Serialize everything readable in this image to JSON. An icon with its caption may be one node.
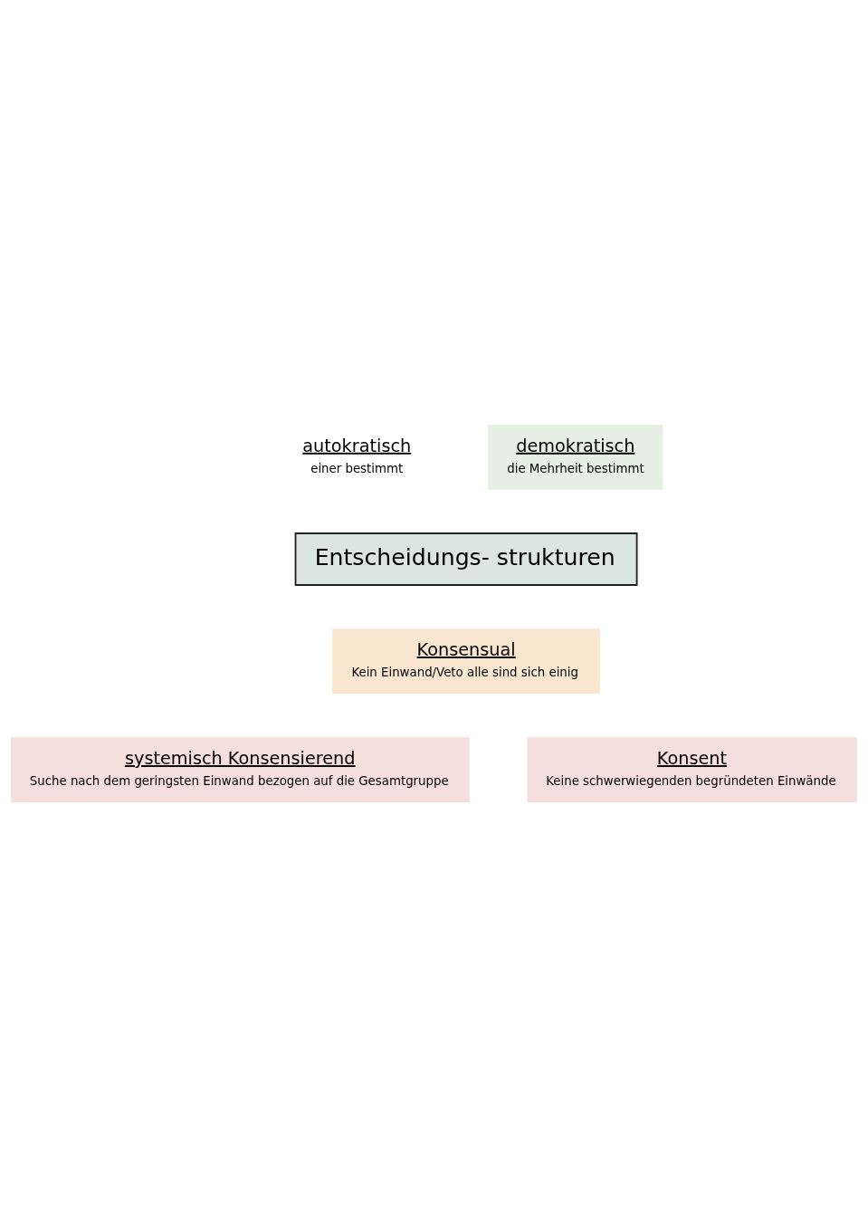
{
  "diagram": {
    "nodes": [
      {
        "text": [
          "autokratisch",
          "einer bestimmt"
        ]
      },
      {
        "text": [
          "demokratisch",
          "die Mehrheit bestimmt"
        ]
      },
      {
        "text": [
          "Entscheidungs- strukturen"
        ]
      },
      {
        "text": [
          "Konsensual",
          "Kein Einwand/Veto alle sind sich einig"
        ]
      },
      {
        "text": [
          "systemisch Konsensierend",
          "Suche nach dem geringsten Einwand bezogen auf die Gesamtgruppe"
        ]
      },
      {
        "text": [
          "Konsent",
          "Keine schwerwiegenden begründeten Einwände"
        ]
      }
    ],
    "edges": []
  }
}
